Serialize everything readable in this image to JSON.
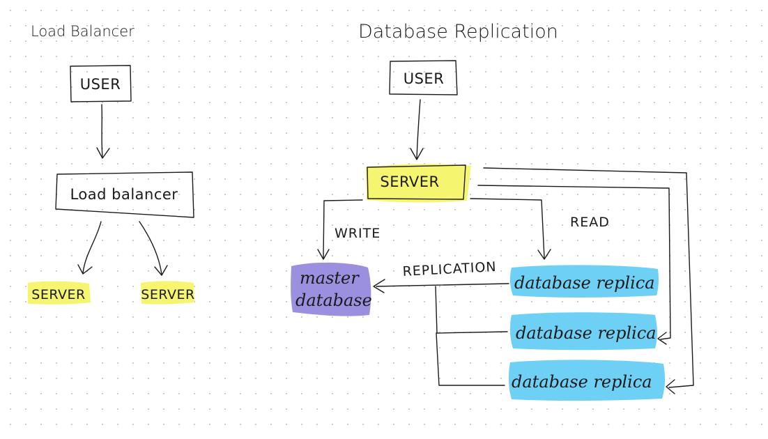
{
  "load_balancer_section": {
    "title": "Load Balancer",
    "user_label": "USER",
    "balancer_label": "Load balancer",
    "server_left_label": "SERVER",
    "server_right_label": "SERVER"
  },
  "replication_section": {
    "title": "Database Replication",
    "user_label": "USER",
    "server_label": "SERVER",
    "write_label": "WRITE",
    "read_label": "READ",
    "replication_label": "REPLICATION",
    "master_label_line1": "master",
    "master_label_line2": "database",
    "replica_1_label": "database replica",
    "replica_2_label": "database replica",
    "replica_3_label": "database replica"
  },
  "colors": {
    "server_highlight": "#f5f570",
    "master_fill": "#9b8fe0",
    "replica_fill": "#6fd0f5",
    "ink": "#1a1a1a",
    "grid_dot": "#c9c9c9"
  }
}
